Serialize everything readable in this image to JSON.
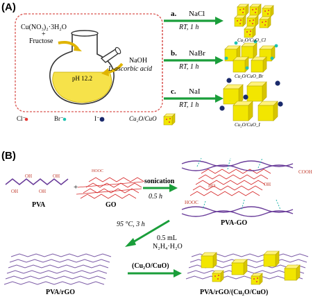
{
  "panelA": {
    "label": "(A)",
    "precursor_line1": "Cu(NO₃)₂·3H₂O",
    "precursor_plus": "+",
    "precursor_line2": "Fructose",
    "reagent_line1": "NaOH",
    "reagent_line2": "L-ascorbic acid",
    "flask_ph": "pH 12.2",
    "reactions": [
      {
        "letter": "a.",
        "salt": "NaCl",
        "cond": "RT, 1 h",
        "product": "Cu₂O/CuO_Cl"
      },
      {
        "letter": "b.",
        "salt": "NaBr",
        "cond": "RT, 1 h",
        "product": "Cu₂O/CuO_Br"
      },
      {
        "letter": "c.",
        "salt": "NaI",
        "cond": "RT, 1 h",
        "product": "Cu₂O/CuO_I"
      }
    ],
    "legend": {
      "cl": "Cl⁻",
      "br": "Br⁻",
      "i": "I⁻",
      "cube": "Cu₂O/CuO"
    },
    "colors": {
      "dashed_box": "#d9534f",
      "arrow": "#1a9e3a",
      "cube": "#f2e600",
      "cl_dot": "#e53935",
      "br_dot": "#1fc3b0",
      "i_dot": "#1a2a6c",
      "flask_liquid": "#f6e24a"
    }
  },
  "panelB": {
    "label": "(B)",
    "pva": "PVA",
    "plus": "+",
    "go": "GO",
    "sonication": "sonication",
    "sonication_time": "0.5 h",
    "pva_go": "PVA-GO",
    "reduction_temp": "95 °C, 3 h",
    "reduction_amount": "0.5 mL",
    "reduction_reagent": "N₂H₄·H₂O",
    "pva_rgo": "PVA/rGO",
    "additive": "(Cu₂O/CuO)",
    "final": "PVA/rGO/(Cu₂O/CuO)",
    "oh": "OH",
    "ho": "HO",
    "cooh": "COOH",
    "hooc": "HOOC",
    "colors": {
      "pva_chain": "#6a3d9a",
      "go_sheet": "#d62728",
      "rgo_sheet": "#7b5aa6",
      "arrow": "#1a9e3a",
      "hbond": "#1fb3a8"
    }
  }
}
